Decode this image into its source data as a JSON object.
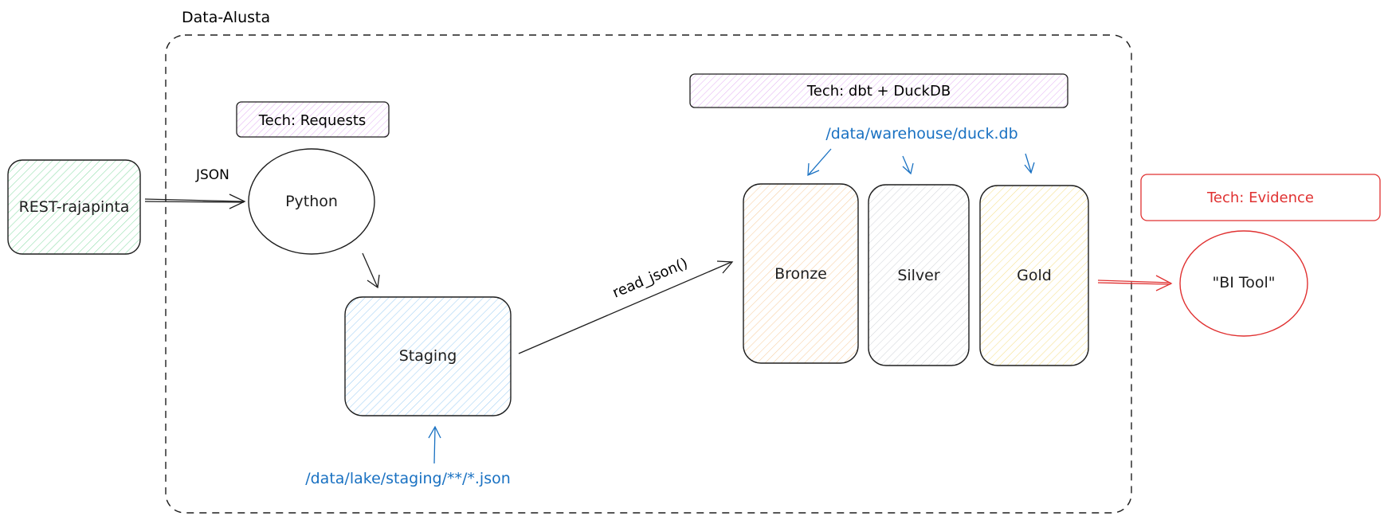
{
  "container": {
    "label": "Data-Alusta"
  },
  "nodes": {
    "rest_api": {
      "label": "REST-rajapinta",
      "fill": "#b2f2bb"
    },
    "python": {
      "label": "Python"
    },
    "staging": {
      "label": "Staging",
      "fill": "#a5d8ff"
    },
    "bronze": {
      "label": "Bronze",
      "fill": "#ffd8a8"
    },
    "silver": {
      "label": "Silver",
      "fill": "#e9ecef"
    },
    "gold": {
      "label": "Gold",
      "fill": "#ffec99"
    },
    "bi_tool": {
      "label": "\"BI Tool\""
    }
  },
  "tech_labels": {
    "requests": {
      "label": "Tech: Requests",
      "fill": "#eebefa"
    },
    "dbt_duckdb": {
      "label": "Tech: dbt + DuckDB",
      "fill": "#eebefa"
    },
    "evidence": {
      "label": "Tech: Evidence"
    }
  },
  "edge_labels": {
    "json": "JSON",
    "read_json": "read_json()"
  },
  "paths": {
    "warehouse": "/data/warehouse/duck.db",
    "lake": "/data/lake/staging/**/*.json"
  },
  "colors": {
    "stroke": "#1e1e1e",
    "path_blue": "#1971c2",
    "evidence_red": "#e03131"
  }
}
